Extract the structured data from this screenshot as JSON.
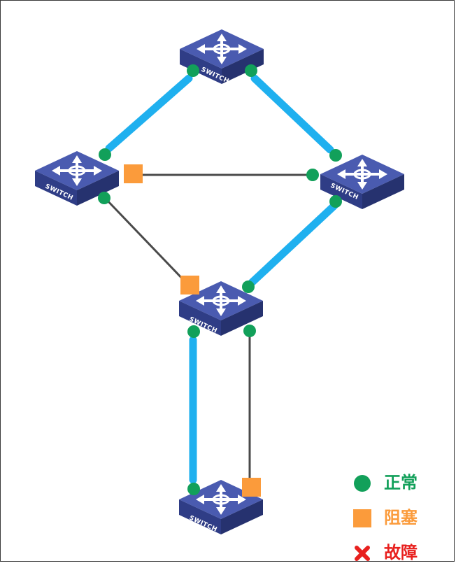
{
  "switches": [
    {
      "id": "top",
      "label": "SWITCH"
    },
    {
      "id": "left",
      "label": "SWITCH"
    },
    {
      "id": "right",
      "label": "SWITCH"
    },
    {
      "id": "center",
      "label": "SWITCH"
    },
    {
      "id": "bottom",
      "label": "SWITCH"
    }
  ],
  "links": [
    {
      "from": "top",
      "to": "left",
      "state": "active"
    },
    {
      "from": "top",
      "to": "right",
      "state": "active"
    },
    {
      "from": "left",
      "to": "right",
      "state": "blocked"
    },
    {
      "from": "left",
      "to": "center",
      "state": "blocked"
    },
    {
      "from": "right",
      "to": "center",
      "state": "active"
    },
    {
      "from": "center",
      "to": "bottom",
      "state": "active"
    },
    {
      "from": "center",
      "to": "bottom",
      "state": "blocked"
    }
  ],
  "legend": {
    "normal": {
      "label": "正常",
      "color": "#12a05a"
    },
    "blocked": {
      "label": "阻塞",
      "color": "#fb9b3b"
    },
    "fault": {
      "label": "故障",
      "color": "#e8201e"
    }
  },
  "colors": {
    "active_link": "#1fb0ef",
    "inactive_link": "#4a4a4a",
    "switch_top": "#3f4fa3",
    "switch_side": "#283577"
  }
}
